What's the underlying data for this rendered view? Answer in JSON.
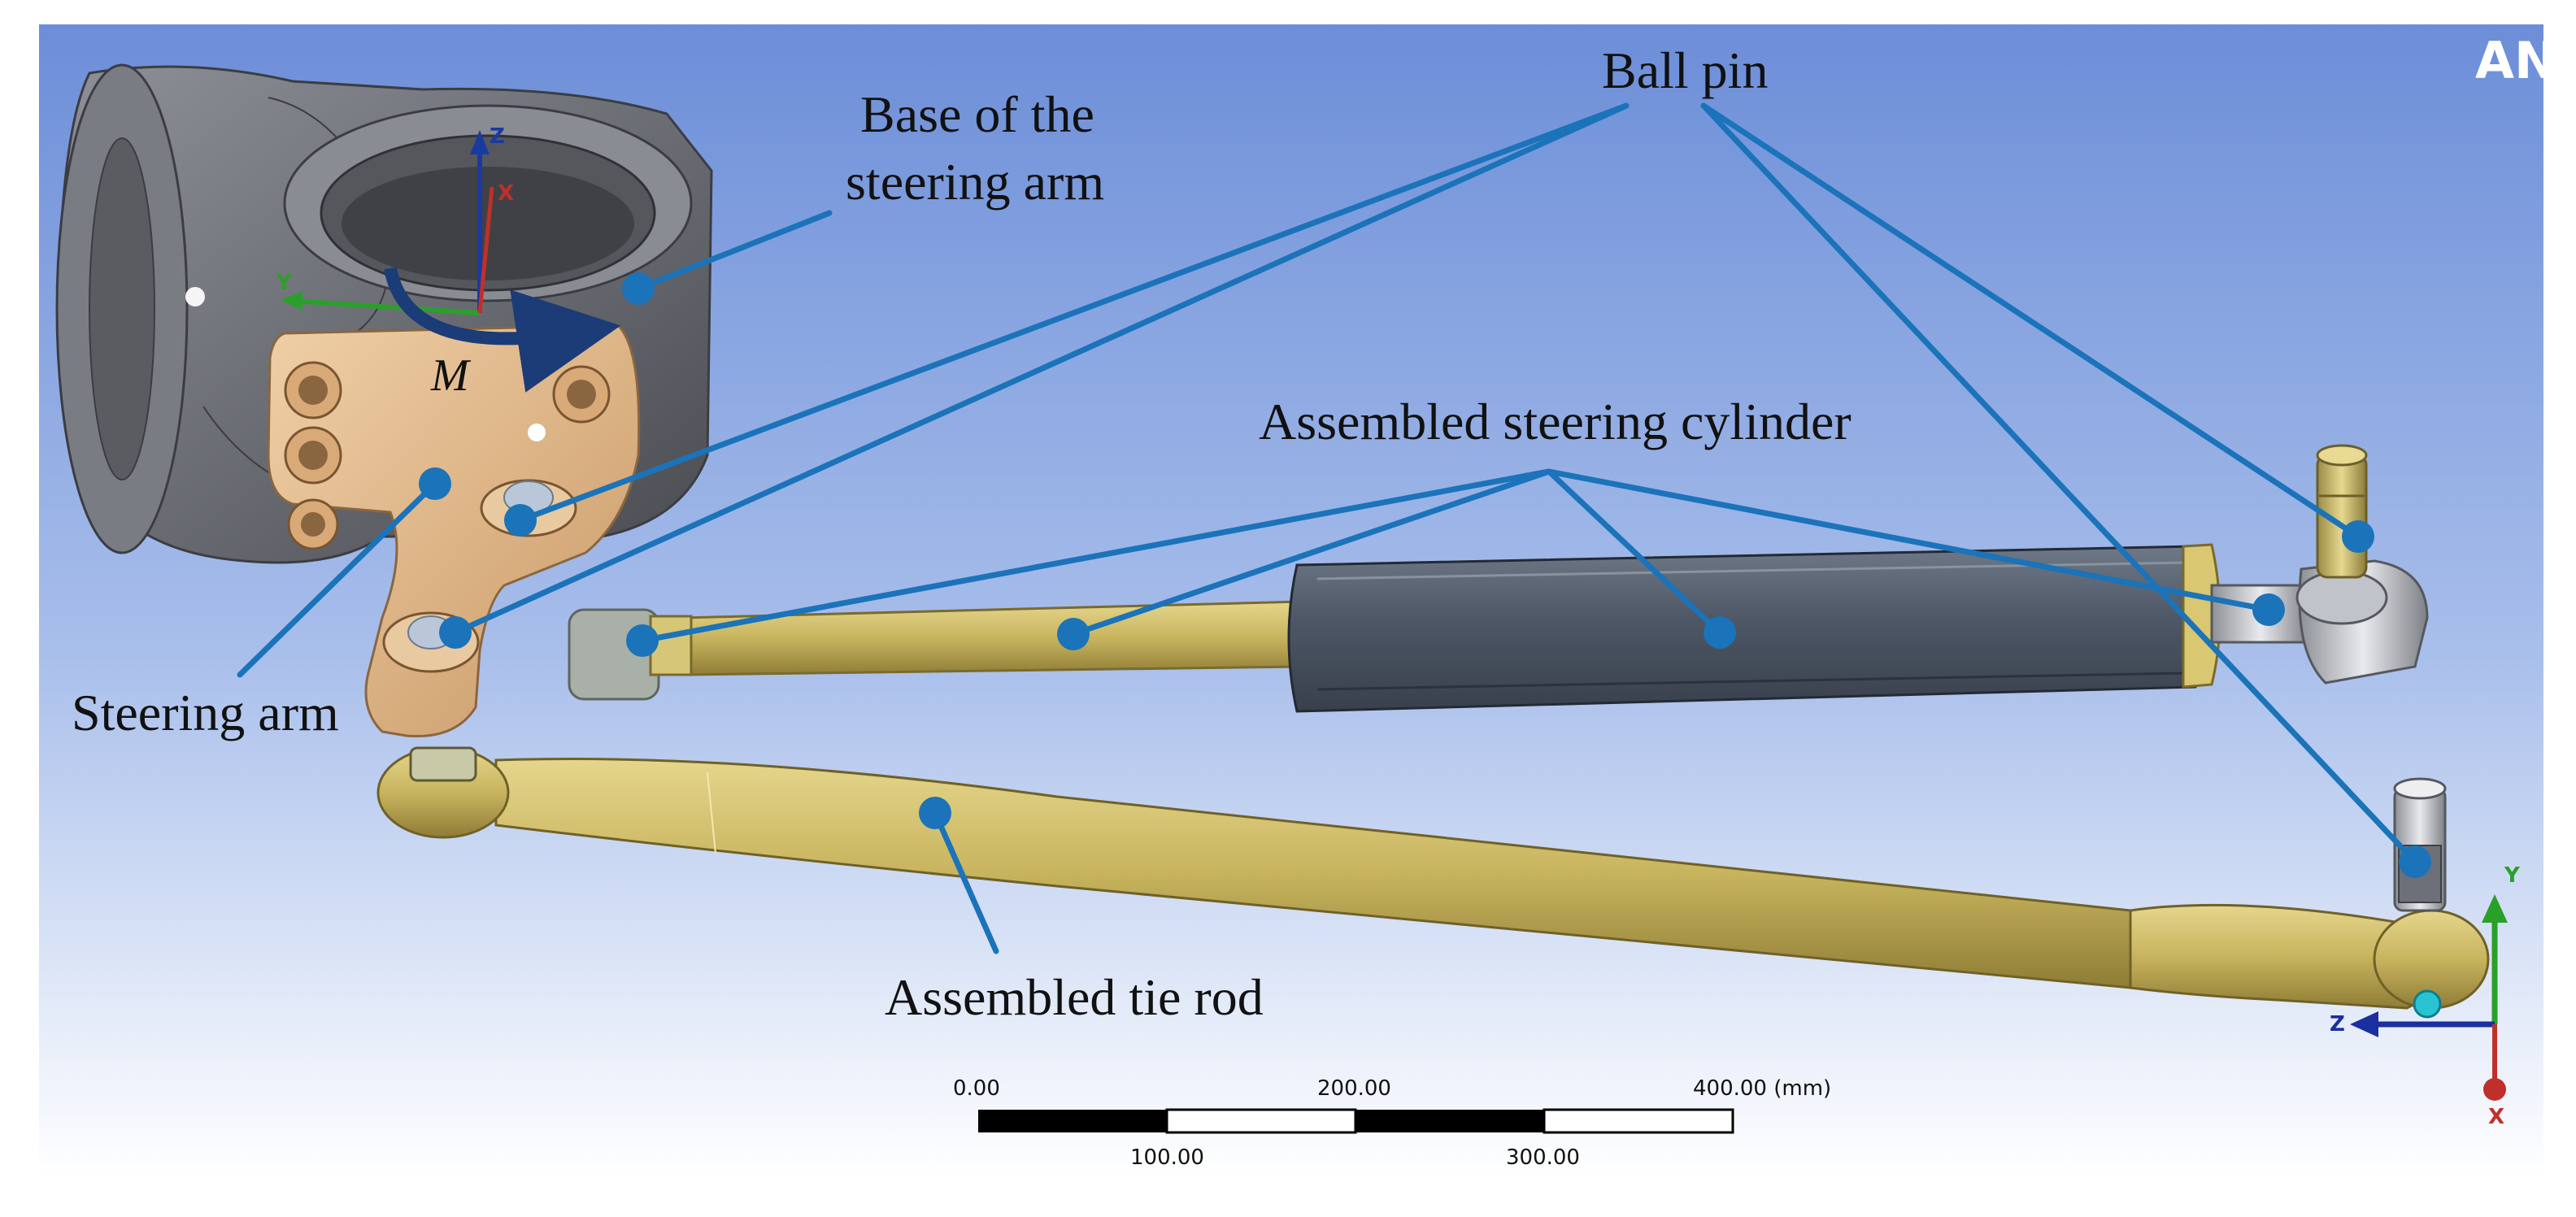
{
  "brand": "AN",
  "labels": {
    "ball_pin": "Ball pin",
    "base_line1": "Base of the",
    "base_line2": "steering arm",
    "steering_cylinder": "Assembled steering cylinder",
    "steering_arm": "Steering arm",
    "tie_rod": "Assembled tie rod",
    "moment": "M"
  },
  "scale_bar": {
    "top_ticks": [
      "0.00",
      "200.00",
      "400.00 (mm)"
    ],
    "bottom_ticks": [
      "100.00",
      "300.00"
    ]
  },
  "triad_main": {
    "y": "Y",
    "z": "Z",
    "x": "X"
  },
  "triad_local": {
    "z": "Z",
    "y": "Y",
    "x": "X"
  },
  "colors": {
    "viewport_top": "#6f8fd8",
    "viewport_bottom": "#ffffff",
    "leader_line": "#1b73b9",
    "housing_gray": "#5f6168",
    "arm_tan": "#e4b98c",
    "rod_olive": "#cdbb67",
    "cylinder_slate": "#4e5866",
    "moment_arrow": "#1c3c78"
  }
}
